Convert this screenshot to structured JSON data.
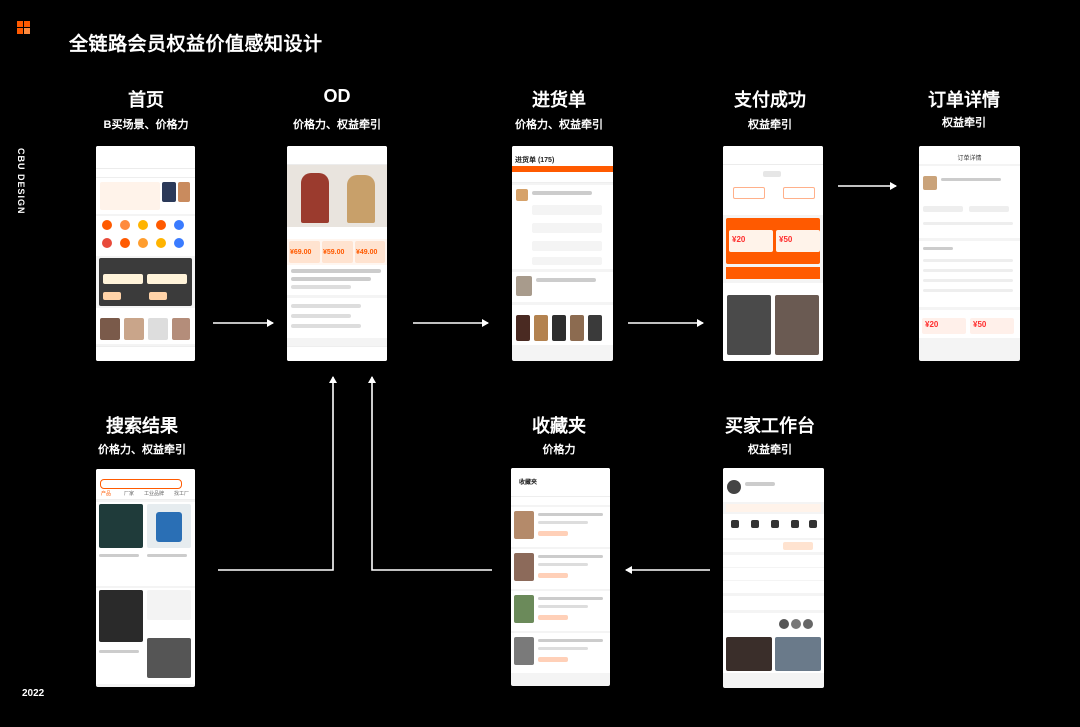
{
  "logo": {
    "text": "CBU DESIGN",
    "accent": "#ff5a00"
  },
  "side_brand": "CBU DESIGN",
  "year": "2022",
  "title": "全链路会员权益价值感知设计",
  "stages": [
    {
      "id": "home",
      "title": "首页",
      "subtitle": "B买场景、价格力"
    },
    {
      "id": "od",
      "title": "OD",
      "subtitle": "价格力、权益牵引"
    },
    {
      "id": "cart",
      "title": "进货单",
      "subtitle": "价格力、权益牵引"
    },
    {
      "id": "paid",
      "title": "支付成功",
      "subtitle": "权益牵引"
    },
    {
      "id": "order",
      "title": "订单详情",
      "subtitle": "权益牵引"
    },
    {
      "id": "search",
      "title": "搜索结果",
      "subtitle": "价格力、权益牵引"
    },
    {
      "id": "favorites",
      "title": "收藏夹",
      "subtitle": "价格力"
    },
    {
      "id": "workbench",
      "title": "买家工作台",
      "subtitle": "权益牵引"
    }
  ],
  "flows": [
    {
      "from": "home",
      "to": "od"
    },
    {
      "from": "od",
      "to": "cart"
    },
    {
      "from": "cart",
      "to": "paid"
    },
    {
      "from": "paid",
      "to": "order"
    },
    {
      "from": "search",
      "to": "od"
    },
    {
      "from": "favorites",
      "to": "od"
    },
    {
      "from": "workbench",
      "to": "favorites"
    }
  ],
  "screens": {
    "od": {
      "prices": [
        "¥69.00",
        "¥59.00",
        "¥49.00"
      ]
    },
    "cart": {
      "header": "进货单 (175)"
    },
    "paid": {
      "coupons": [
        "¥20",
        "¥50"
      ]
    },
    "order": {
      "header": "订单详情",
      "coupons": [
        "¥20",
        "¥50"
      ]
    },
    "search": {
      "tabs": [
        "产品",
        "厂家",
        "工业品牌",
        "找工厂"
      ]
    },
    "favorites": {
      "header": "收藏夹"
    }
  }
}
